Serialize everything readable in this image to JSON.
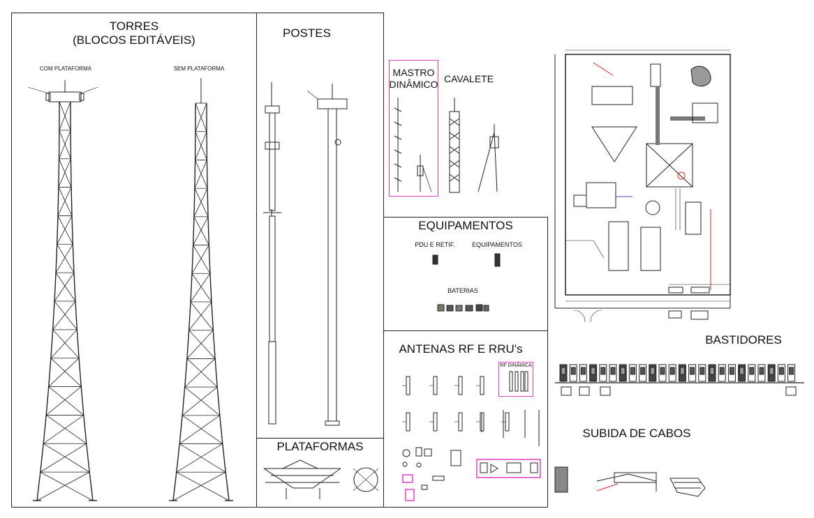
{
  "sections": {
    "torres": {
      "title_line1": "TORRES",
      "title_line2": "(BLOCOS EDITÁVEIS)",
      "com_plataforma": "COM PLATAFORMA",
      "sem_plataforma": "SEM PLATAFORMA"
    },
    "postes": {
      "title": "POSTES"
    },
    "mastro": {
      "title_line1": "MASTRO",
      "title_line2": "DINÂMICO"
    },
    "cavalete": {
      "title": "CAVALETE"
    },
    "equipamentos": {
      "title": "EQUIPAMENTOS",
      "pdu": "PDU E RETIF.",
      "equip": "EQUIPAMENTOS",
      "baterias": "BATERIAS"
    },
    "antenas": {
      "title": "ANTENAS RF E RRU's",
      "rf_dinamica": "RF DINÂMICA"
    },
    "plataformas": {
      "title": "PLATAFORMAS"
    },
    "bastidores": {
      "title": "BASTIDORES"
    },
    "subida": {
      "title": "SUBIDA DE CABOS"
    }
  },
  "colors": {
    "line": "#222222",
    "highlight": "#e040c0",
    "red": "#e02020",
    "blue": "#3050e0",
    "gray": "#777777"
  }
}
